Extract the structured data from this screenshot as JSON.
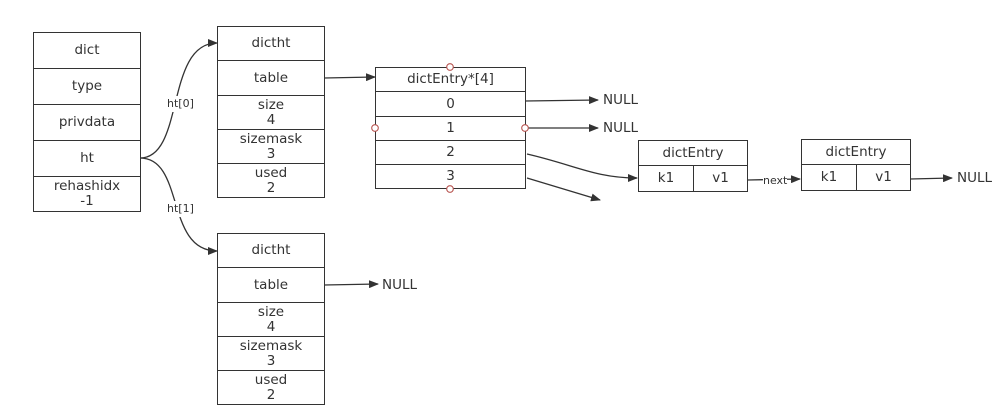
{
  "dict": {
    "cells": [
      "dict",
      "type",
      "privdata",
      "ht",
      "rehashidx\n-1"
    ]
  },
  "ht0": {
    "cells": [
      "dictht",
      "table",
      "size\n4",
      "sizemask\n3",
      "used\n2"
    ]
  },
  "ht1": {
    "cells": [
      "dictht",
      "table",
      "size\n4",
      "sizemask\n3",
      "used\n2"
    ]
  },
  "table0": {
    "cells": [
      "dictEntry*[4]",
      "0",
      "1",
      "2",
      "3"
    ]
  },
  "entry1": {
    "title": "dictEntry",
    "key": "k1",
    "value": "v1"
  },
  "entry2": {
    "title": "dictEntry",
    "key": "k1",
    "value": "v1"
  },
  "labels": {
    "ht0": "ht[0]",
    "ht1": "ht[1]",
    "next": "next",
    "null_bucket0": "NULL",
    "null_bucket1": "NULL",
    "null_entry_next": "NULL",
    "null_ht1_table": "NULL"
  }
}
